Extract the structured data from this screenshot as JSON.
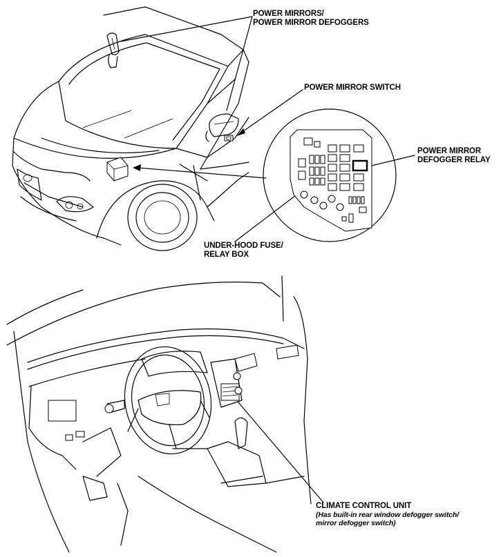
{
  "labels": {
    "power_mirrors": [
      "POWER MIRRORS/",
      "POWER MIRROR DEFOGGERS"
    ],
    "power_mirror_switch": "POWER MIRROR SWITCH",
    "power_mirror_defogger_relay": [
      "POWER MIRROR",
      "DEFOGGER RELAY"
    ],
    "under_hood_fuse_box": [
      "UNDER-HOOD FUSE/",
      "RELAY BOX"
    ],
    "climate_control_unit": "CLIMATE CONTROL UNIT",
    "climate_control_note": [
      "(Has built-in rear window defogger switch/",
      "mirror defogger switch)"
    ]
  }
}
